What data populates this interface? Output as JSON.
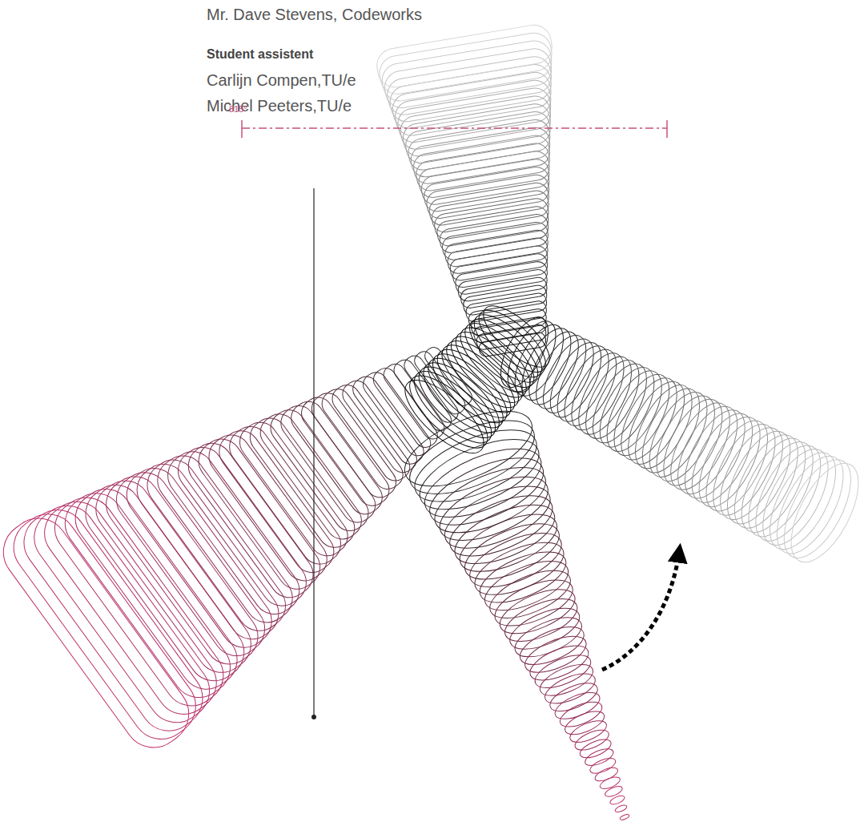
{
  "diagram": {
    "labels": [
      "Mr. Dave Stevens, Codeworks",
      "Student assistent",
      "Carlijn Compen,TU/e",
      "Michel Peeters,TU/e",
      "815°"
    ]
  }
}
